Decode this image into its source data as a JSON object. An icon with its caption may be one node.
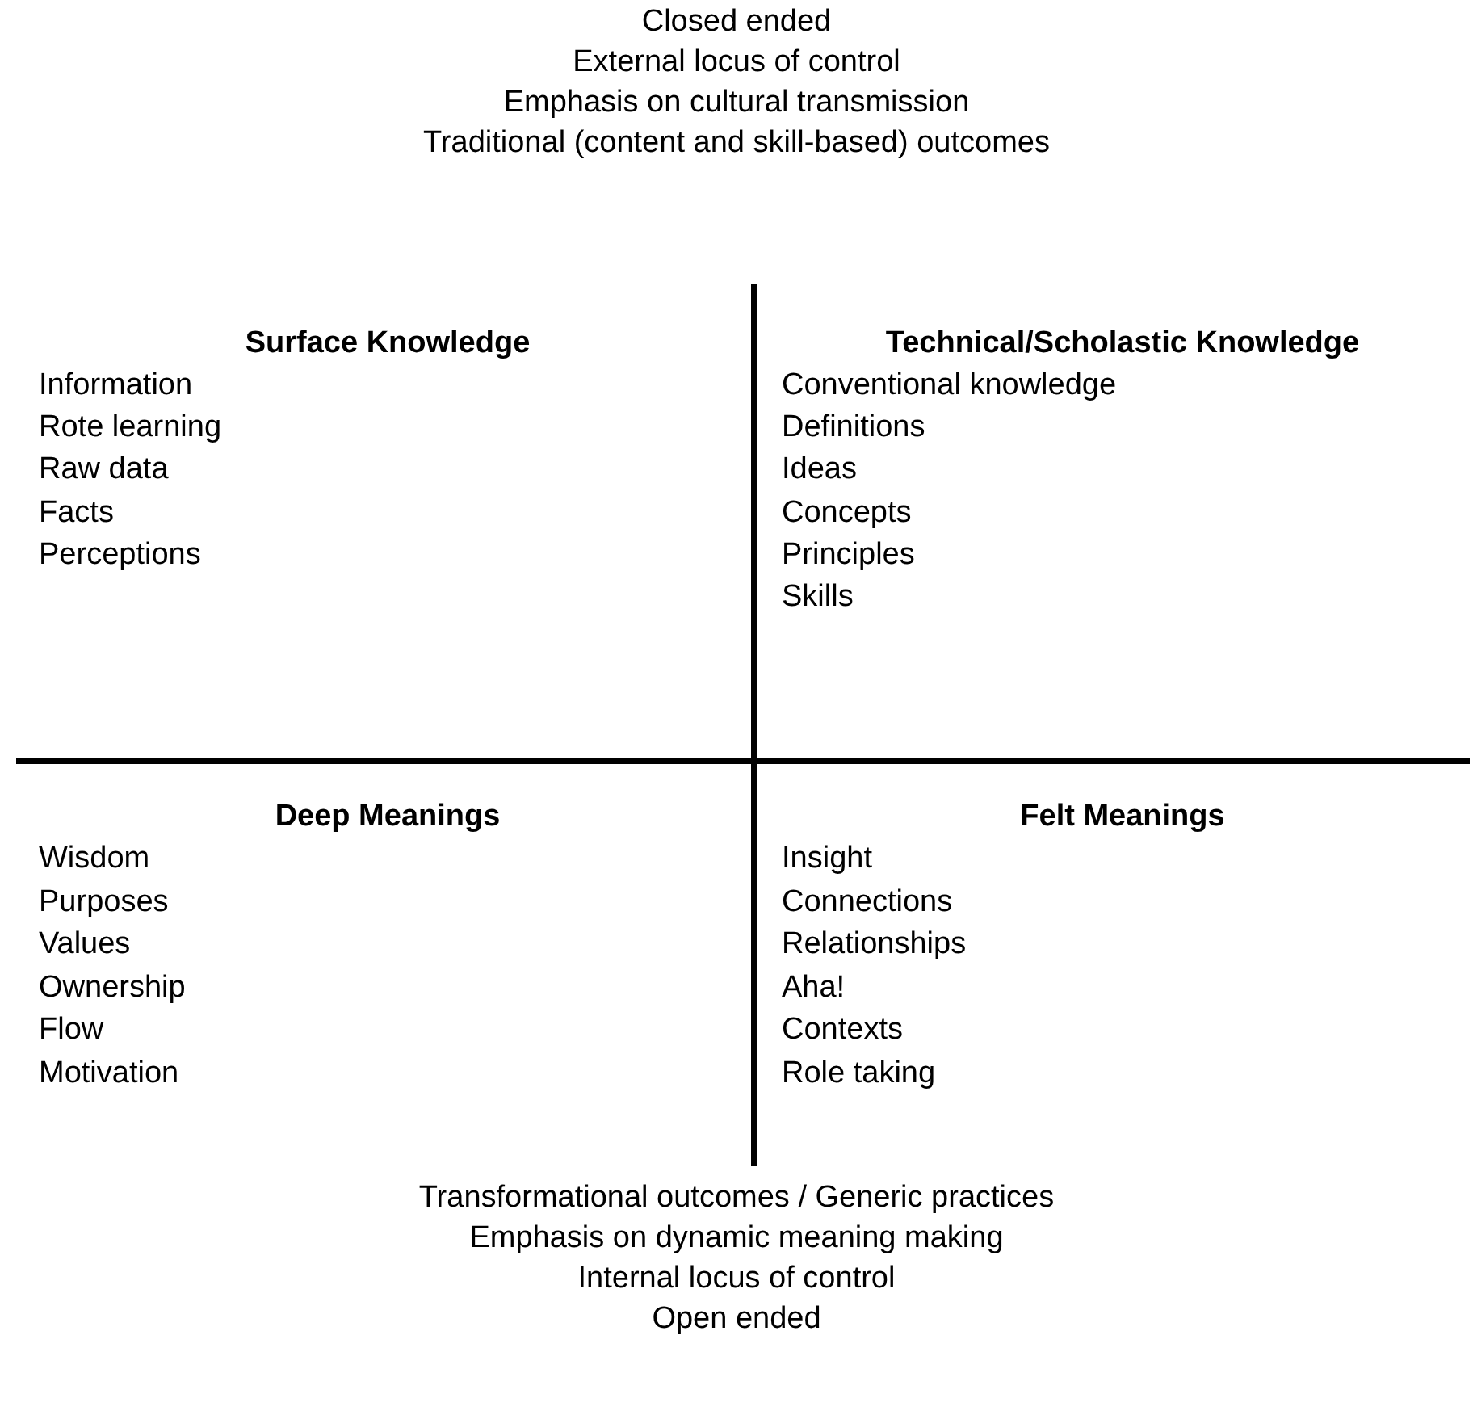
{
  "diagram": {
    "labels": [
      "Closed ended",
      "External locus of control",
      "Emphasis on cultural transmission",
      "Traditional (content and skill-based) outcomes",
      "Surface Knowledge",
      "Information",
      "Rote learning",
      "Raw data",
      "Facts",
      "Perceptions",
      "Technical/Scholastic Knowledge",
      "Conventional knowledge",
      "Definitions",
      "Ideas",
      "Concepts",
      "Principles",
      "Skills",
      "Deep Meanings",
      "Wisdom",
      "Purposes",
      "Values",
      "Ownership",
      "Flow",
      "Motivation",
      "Felt Meanings",
      "Insight",
      "Connections",
      "Relationships",
      "Aha!",
      "Contexts",
      "Role taking",
      "Transformational outcomes / Generic practices",
      "Emphasis on dynamic meaning making",
      "Internal locus of control",
      "Open ended"
    ]
  }
}
